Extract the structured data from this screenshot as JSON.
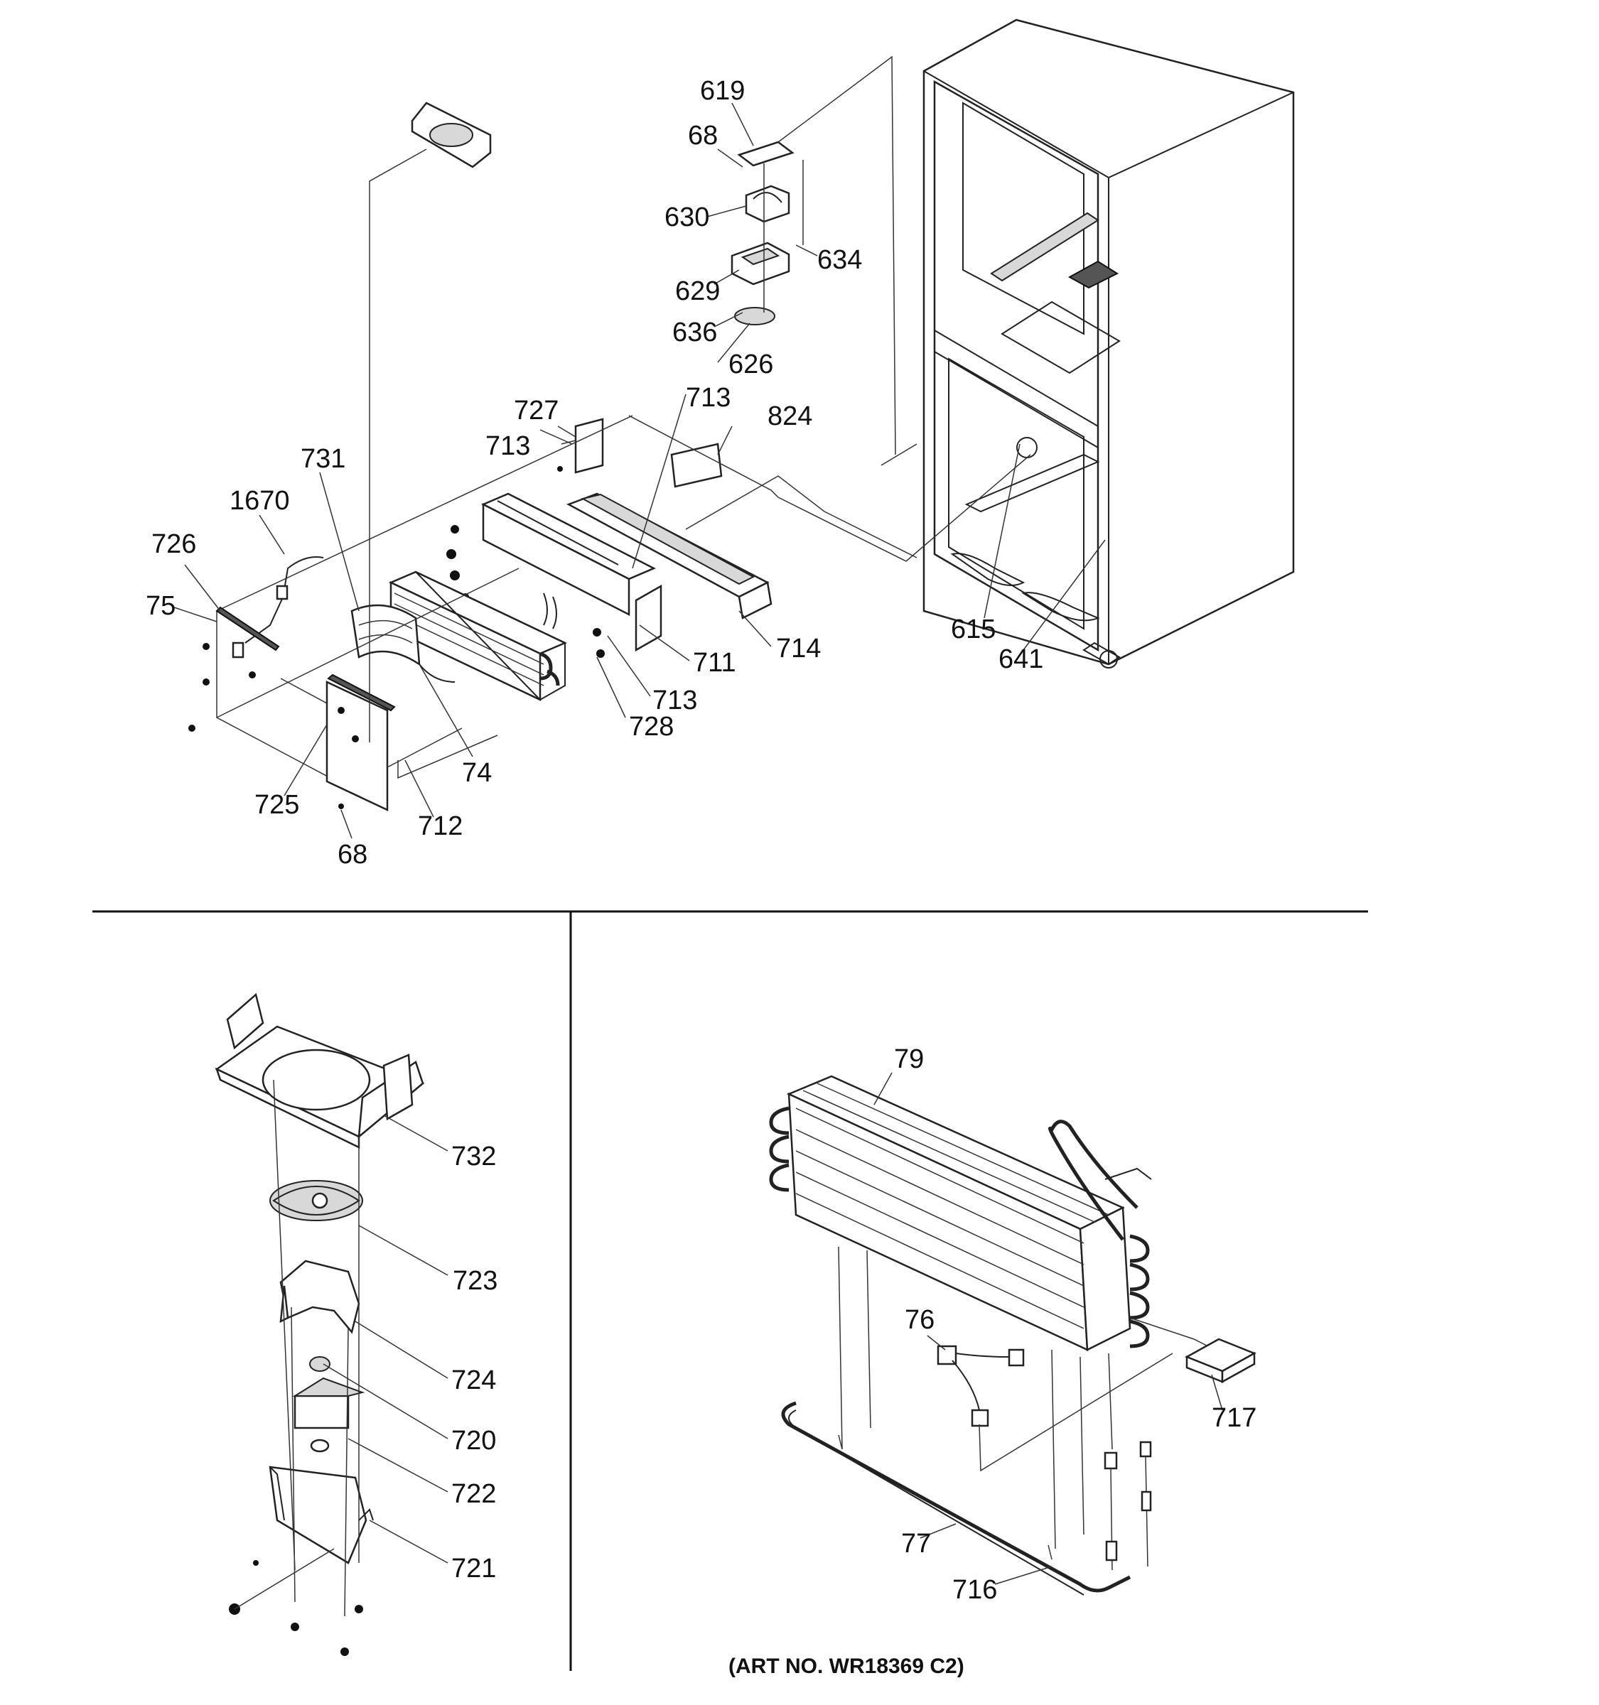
{
  "labels": {
    "l619": "619",
    "l68a": "68",
    "l630": "630",
    "l634": "634",
    "l629": "629",
    "l636": "636",
    "l626": "626",
    "l727": "727",
    "l713a": "713",
    "l713b": "713",
    "l824": "824",
    "l731": "731",
    "l1670": "1670",
    "l726": "726",
    "l75": "75",
    "l74": "74",
    "l725": "725",
    "l712": "712",
    "l68b": "68",
    "l711": "711",
    "l714": "714",
    "l713c": "713",
    "l728": "728",
    "l615": "615",
    "l641": "641",
    "l732": "732",
    "l723": "723",
    "l724": "724",
    "l720": "720",
    "l722": "722",
    "l721": "721",
    "l79": "79",
    "l76": "76",
    "l717": "717",
    "l77": "77",
    "l716": "716"
  },
  "art_number": "(ART NO. WR18369 C2)"
}
